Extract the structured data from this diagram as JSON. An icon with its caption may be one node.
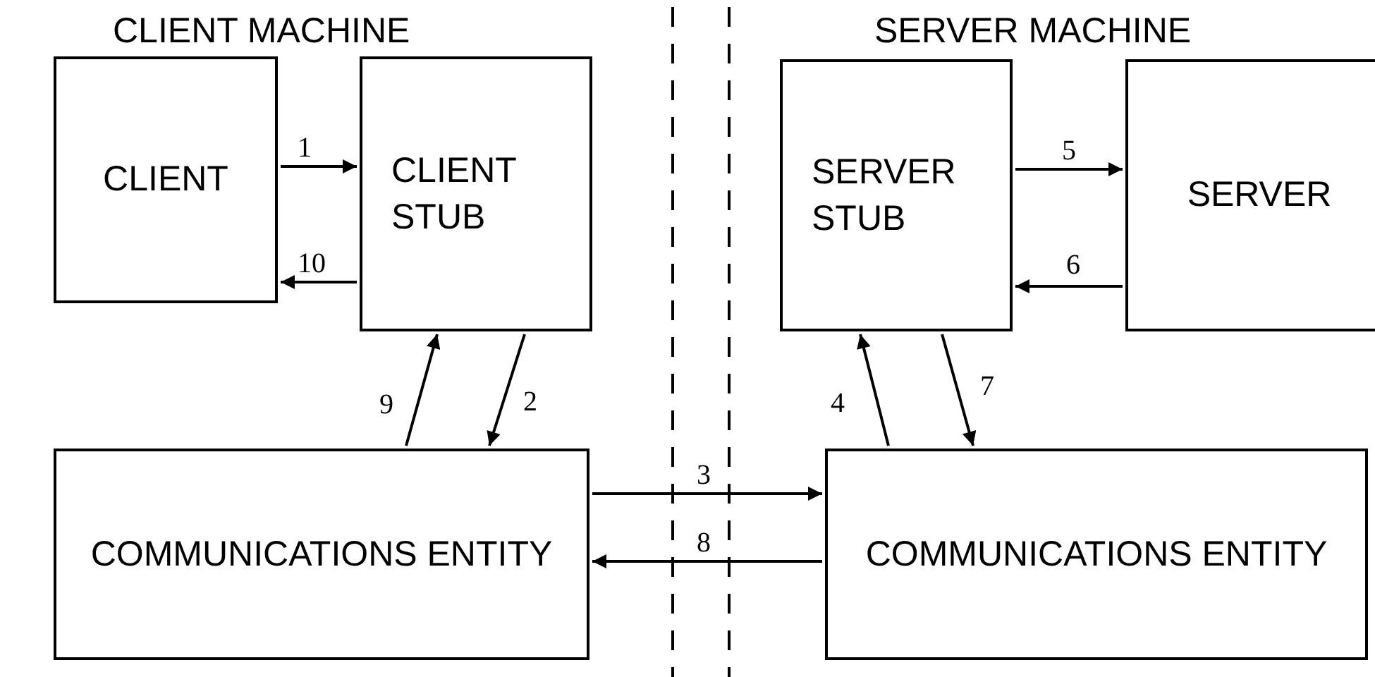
{
  "diagram": {
    "nodes": [
      {
        "text": [
          "CLIENT"
        ]
      },
      {
        "text": [
          "CLIENT STUB"
        ]
      },
      {
        "text": [
          "SERVER STUB"
        ]
      },
      {
        "text": [
          "SERVER"
        ]
      },
      {
        "text": [
          "COMMUNICATIONS ENTITY"
        ]
      },
      {
        "text": [
          "COMMUNICATIONS ENTITY"
        ]
      }
    ],
    "edges": [
      {
        "from": 0,
        "to": 1,
        "arrow": "to",
        "label": "1"
      },
      {
        "from": 1,
        "to": 4,
        "arrow": "to",
        "label": "2"
      },
      {
        "from": 4,
        "to": 5,
        "arrow": "to",
        "label": "3"
      },
      {
        "from": 5,
        "to": 2,
        "arrow": "to",
        "label": "4"
      },
      {
        "from": 2,
        "to": 3,
        "arrow": "to",
        "label": "5"
      },
      {
        "from": 3,
        "to": 2,
        "arrow": "to",
        "label": "6"
      },
      {
        "from": 2,
        "to": 5,
        "arrow": "to",
        "label": "7"
      },
      {
        "from": 5,
        "to": 4,
        "arrow": "to",
        "label": "8"
      },
      {
        "from": 4,
        "to": 1,
        "arrow": "to",
        "label": "9"
      },
      {
        "from": 1,
        "to": 0,
        "arrow": "to",
        "label": "10"
      }
    ],
    "labels": [
      "CLIENT MACHINE",
      "SERVER MACHINE"
    ]
  }
}
